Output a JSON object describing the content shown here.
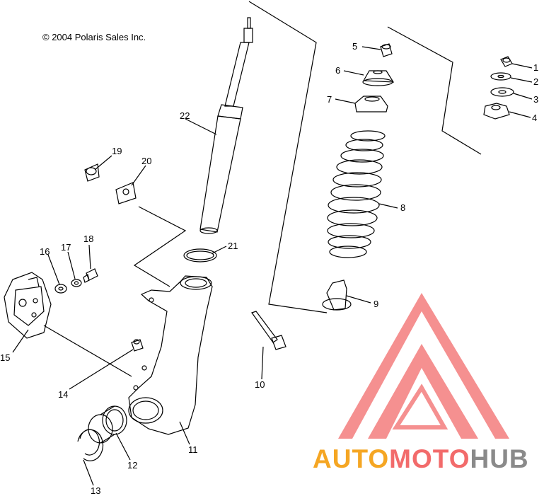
{
  "copyright": "© 2004 Polaris Sales Inc.",
  "labels": {
    "p1": "1",
    "p2": "2",
    "p3": "3",
    "p4": "4",
    "p5": "5",
    "p6": "6",
    "p7": "7",
    "p8": "8",
    "p9": "9",
    "p10": "10",
    "p11": "11",
    "p12": "12",
    "p13": "13",
    "p14": "14",
    "p15": "15",
    "p16": "16",
    "p17": "17",
    "p18": "18",
    "p19": "19",
    "p20": "20",
    "p21": "21",
    "p22": "22"
  },
  "watermark": {
    "part1": "AUTO",
    "part2": "MOTO",
    "part3": "HUB",
    "color_orange": "#f5a623",
    "color_red": "#f26b6b",
    "color_gray": "#8a8a8a"
  }
}
